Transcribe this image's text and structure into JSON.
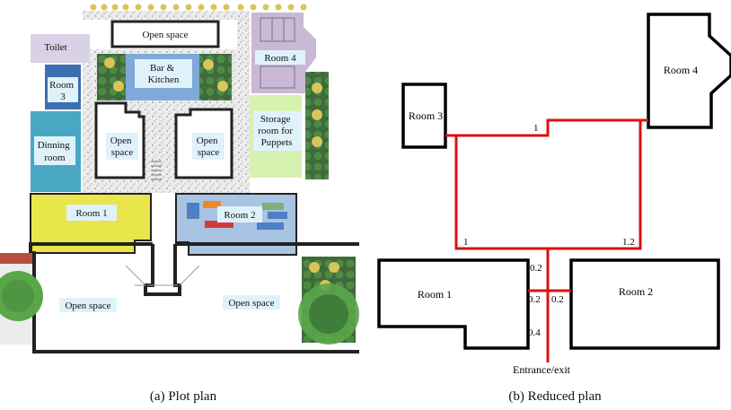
{
  "plot_plan": {
    "caption": "(a) Plot plan",
    "labels": {
      "open_space_top": "Open space",
      "toilet": "Toilet",
      "room3": "Room 3",
      "bar_kitchen": "Bar & Kitchen",
      "room4": "Room 4",
      "dinning_room": "Dinning room",
      "open_space_left": "Open space",
      "open_space_right": "Open space",
      "storage": "Storage room for Puppets",
      "room1": "Room 1",
      "room2": "Room 2",
      "open_space_bottom_left": "Open space",
      "open_space_bottom_right": "Open space"
    },
    "colors": {
      "toilet": "#d9d2e6",
      "room3": "#3c6fb1",
      "bar_kitchen": "#7fa9d9",
      "room4": "#c9b8d6",
      "dinning_room": "#4aa7c4",
      "storage": "#d6f2b0",
      "room1": "#e8e64a",
      "room2": "#a9c3e2",
      "label_bg": "#dff2fb",
      "gravel": "#e9e9e9",
      "wall": "#222222",
      "tree": "#5aa64a"
    }
  },
  "reduced_plan": {
    "caption": "(b) Reduced plan",
    "labels": {
      "room3": "Room 3",
      "room4": "Room 4",
      "room1": "Room 1",
      "room2": "Room 2",
      "entrance": "Entrance/exit"
    },
    "weights": {
      "top": "1",
      "bottom_left": "1",
      "bottom_right": "1.2",
      "above_room1": "0.2",
      "mid_left": "0.2",
      "mid_right": "0.2",
      "below": "0.4"
    },
    "colors": {
      "path": "#dd1111",
      "wall": "#000000"
    }
  }
}
